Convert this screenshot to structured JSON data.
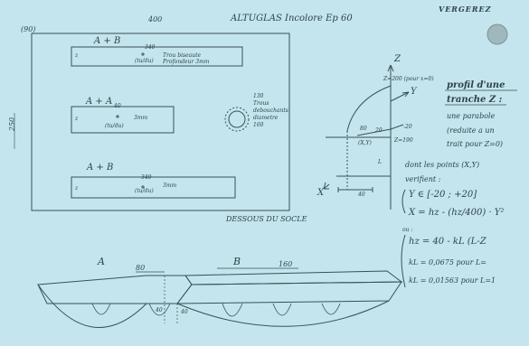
{
  "sheet": {
    "header_title": "ALTUGLAS Incolore Ep 60",
    "header_right": "VERGEREZ",
    "paper_color": "#c4e5ed",
    "ink_color": "#2e424a"
  },
  "plan": {
    "width_label": "400",
    "height_label": "250",
    "corner_label": "(90)",
    "bottom_label": "DESSOUS DU SOCLE",
    "slot_top": {
      "title": "A + B",
      "dim": "340",
      "ref": "(tu/du)",
      "note_line1": "Trou biseaute",
      "note_line2": "Profondeur 3mm",
      "left_mark": "z"
    },
    "slot_mid": {
      "title": "A + A",
      "dim": "40",
      "ref": "(tu/du)",
      "note": "3mm",
      "left_mark": "z"
    },
    "slot_bottom": {
      "title": "A + B",
      "dim": "340",
      "ref": "(tu/du)",
      "note": "3mm",
      "left_mark": "z"
    },
    "hole_notes": [
      "130",
      "Trous",
      "debouchants",
      "diametre",
      "160"
    ]
  },
  "axes": {
    "z_label": "Z",
    "y_label": "Y",
    "x_label": "X",
    "top_coord": "Z=200 (pour x=0)",
    "mid_coord": "Z=190",
    "point_label": "(X,Y)",
    "left_val": "80",
    "minus_val": "-20",
    "plus_val": "20",
    "bottom_val": "40",
    "side_mark": "L"
  },
  "notes": {
    "heading_1": "profil d'une",
    "heading_2": "tranche Z :",
    "lines": [
      "une parabole",
      "(reduite a un",
      "trait pour Z=0)",
      "dont les points (X,Y)",
      "verifient :"
    ],
    "eq1": "Y ∈ [-20 ; +20]",
    "eq2": "X = hz - (hz/400) · Y²",
    "ou": "ou :",
    "eq3": "hz = 40 - kL (L-Z",
    "eq4": "kL = 0,0675 pour L=",
    "eq5": "kL = 0,01563 pour L=1"
  },
  "sections": {
    "label_a": "A",
    "label_b": "B",
    "dim_a": "80",
    "dim_b": "160",
    "depth_label_a": "40",
    "depth_label_b": "40"
  }
}
